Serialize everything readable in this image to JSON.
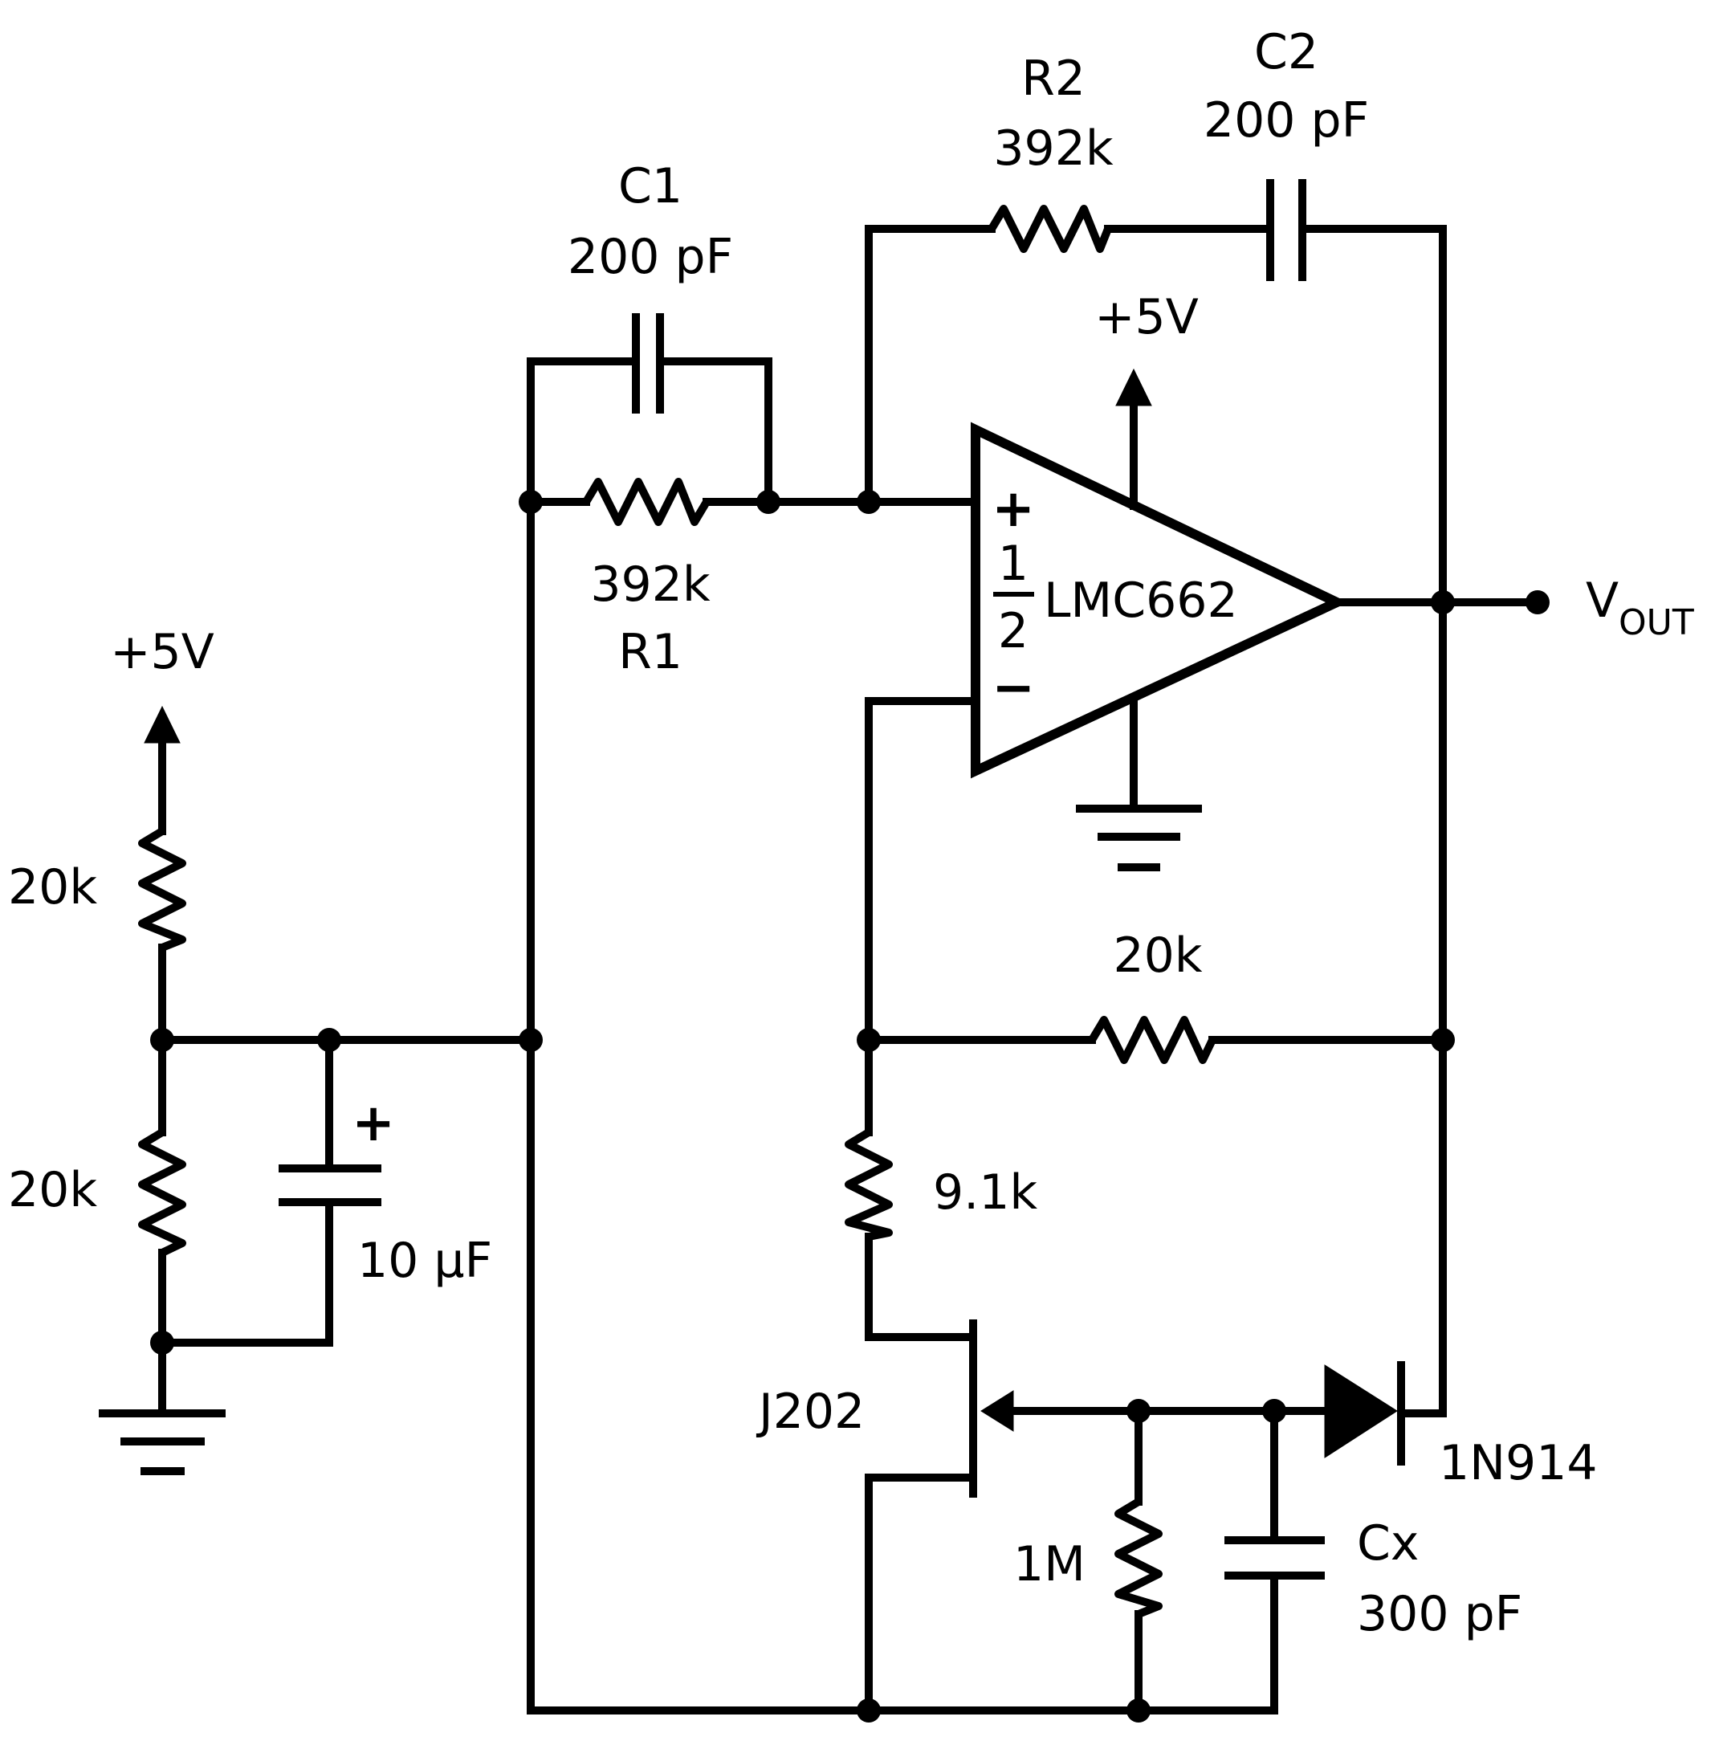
{
  "labels": {
    "c1_ref": "C1",
    "c1_val": "200 pF",
    "r1_ref": "R1",
    "r1_val": "392k",
    "r2_ref": "R2",
    "r2_val": "392k",
    "c2_ref": "C2",
    "c2_val": "200 pF",
    "vcc_top": "+5V",
    "vcc_left": "+5V",
    "opamp_frac_num": "1",
    "opamp_frac_den": "2",
    "opamp_part": "LMC662",
    "plus_sign": "+",
    "minus_sign": "−",
    "vout_main": "V",
    "vout_sub": "OUT",
    "r_top_left": "20k",
    "r_bottom_left": "20k",
    "cap_10u": "10 μF",
    "cap_plus": "+",
    "r_20k_mid": "20k",
    "r_9k1": "9.1k",
    "jfet": "J202",
    "diode": "1N914",
    "r_1m": "1M",
    "cx_ref": "Cx",
    "cx_val": "300 pF"
  }
}
